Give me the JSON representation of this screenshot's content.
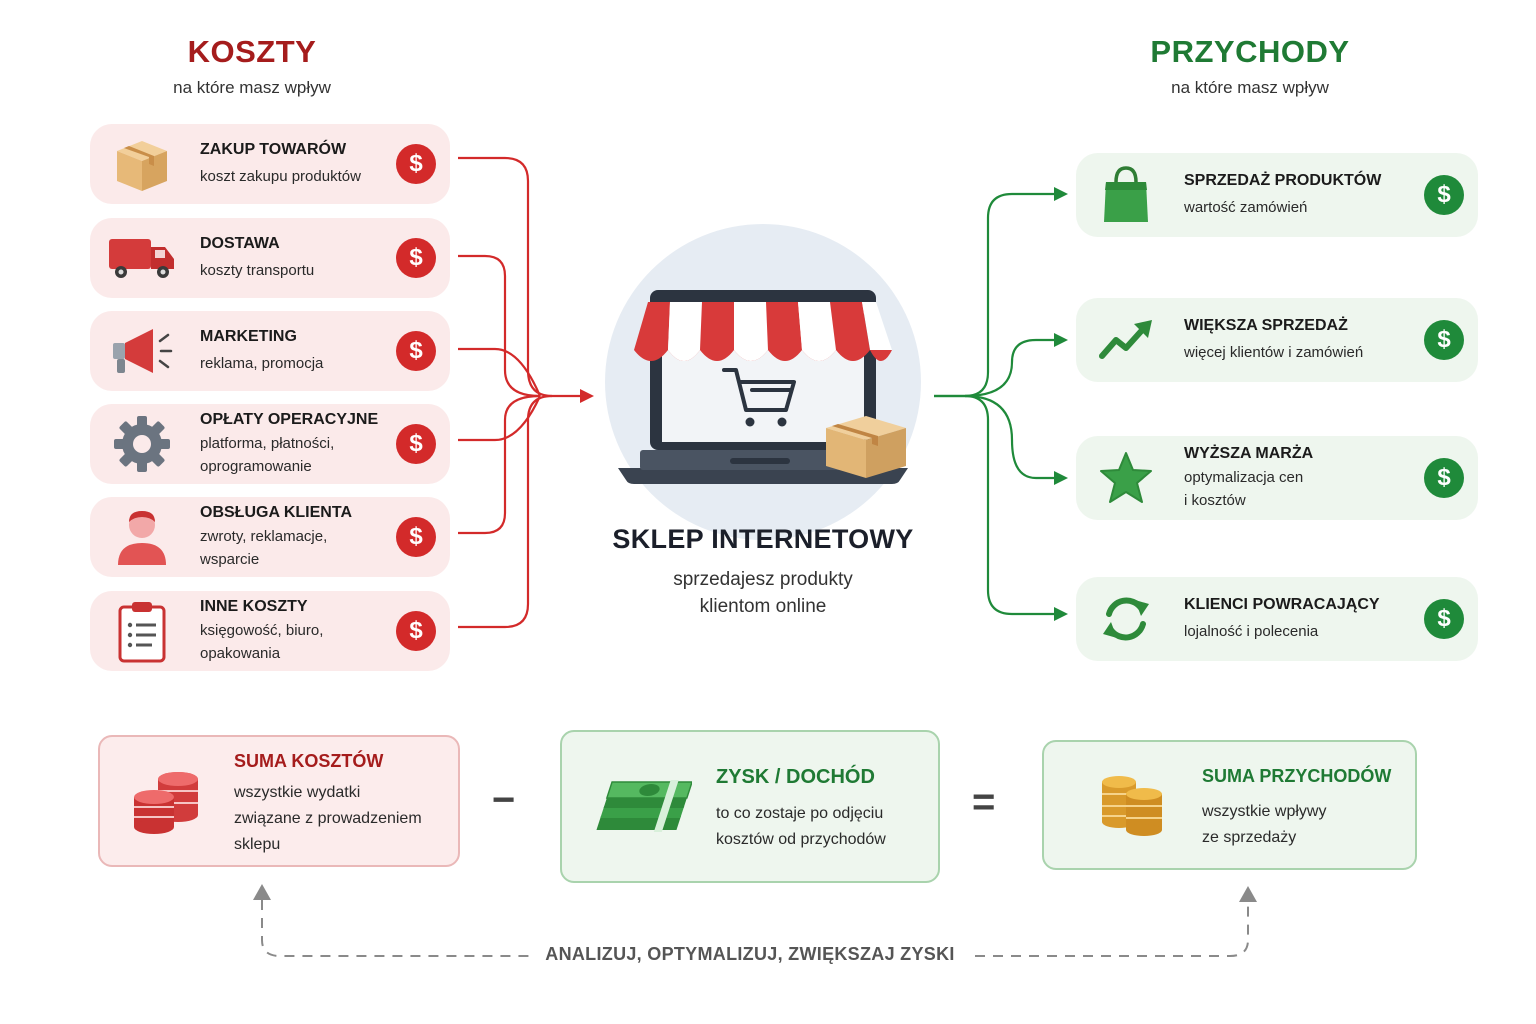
{
  "costs": {
    "title": "KOSZTY",
    "subtitle": "na które masz wpływ",
    "items": [
      {
        "title": "ZAKUP TOWARÓW",
        "desc": "koszt zakupu produktów",
        "icon": "box-icon"
      },
      {
        "title": "DOSTAWA",
        "desc": "koszty transportu",
        "icon": "truck-icon"
      },
      {
        "title": "MARKETING",
        "desc": "reklama, promocja",
        "icon": "megaphone-icon"
      },
      {
        "title": "OPŁATY OPERACYJNE",
        "desc": "platforma, płatności,\noprogramowanie",
        "icon": "gear-icon"
      },
      {
        "title": "OBSŁUGA KLIENTA",
        "desc": "zwroty, reklamacje,\nwsparcie",
        "icon": "person-icon"
      },
      {
        "title": "INNE KOSZTY",
        "desc": "księgowość, biuro,\nopakowania",
        "icon": "clipboard-icon"
      }
    ]
  },
  "revenues": {
    "title": "PRZYCHODY",
    "subtitle": "na które masz wpływ",
    "items": [
      {
        "title": "SPRZEDAŻ PRODUKTÓW",
        "desc": "wartość zamówień",
        "icon": "shopping-bag-icon"
      },
      {
        "title": "WIĘKSZA SPRZEDAŻ",
        "desc": "więcej klientów i zamówień",
        "icon": "trend-up-icon"
      },
      {
        "title": "WYŻSZA MARŻA",
        "desc": "optymalizacja cen\ni kosztów",
        "icon": "star-icon"
      },
      {
        "title": "KLIENCI POWRACAJĄCY",
        "desc": "lojalność i polecenia",
        "icon": "refresh-icon"
      }
    ]
  },
  "dollar_symbol": "$",
  "center": {
    "title": "SKLEP INTERNETOWY",
    "subtitle": "sprzedajesz produkty\nklientom online",
    "icon": "laptop-shop-icon"
  },
  "summary": {
    "costs": {
      "title": "SUMA KOSZTÓW",
      "desc": "wszystkie wydatki\nzwiązane z prowadzeniem\nsklepu",
      "icon": "red-coins-icon"
    },
    "profit": {
      "title": "ZYSK / DOCHÓD",
      "desc": "to co zostaje po odjęciu\nkosztów od przychodów",
      "icon": "cash-stack-icon"
    },
    "revenue": {
      "title": "SUMA PRZYCHODÓW",
      "desc": "wszystkie wpływy\nze sprzedaży",
      "icon": "gold-coins-icon"
    },
    "minus": "−",
    "equals": "="
  },
  "footer": "ANALIZUJ, OPTYMALIZUJ, ZWIĘKSZAJ ZYSKI",
  "colors": {
    "cost": "#a51c1c",
    "revenue": "#1f7a34",
    "cost_line": "#d32a2a",
    "rev_line": "#1f8a3a"
  }
}
